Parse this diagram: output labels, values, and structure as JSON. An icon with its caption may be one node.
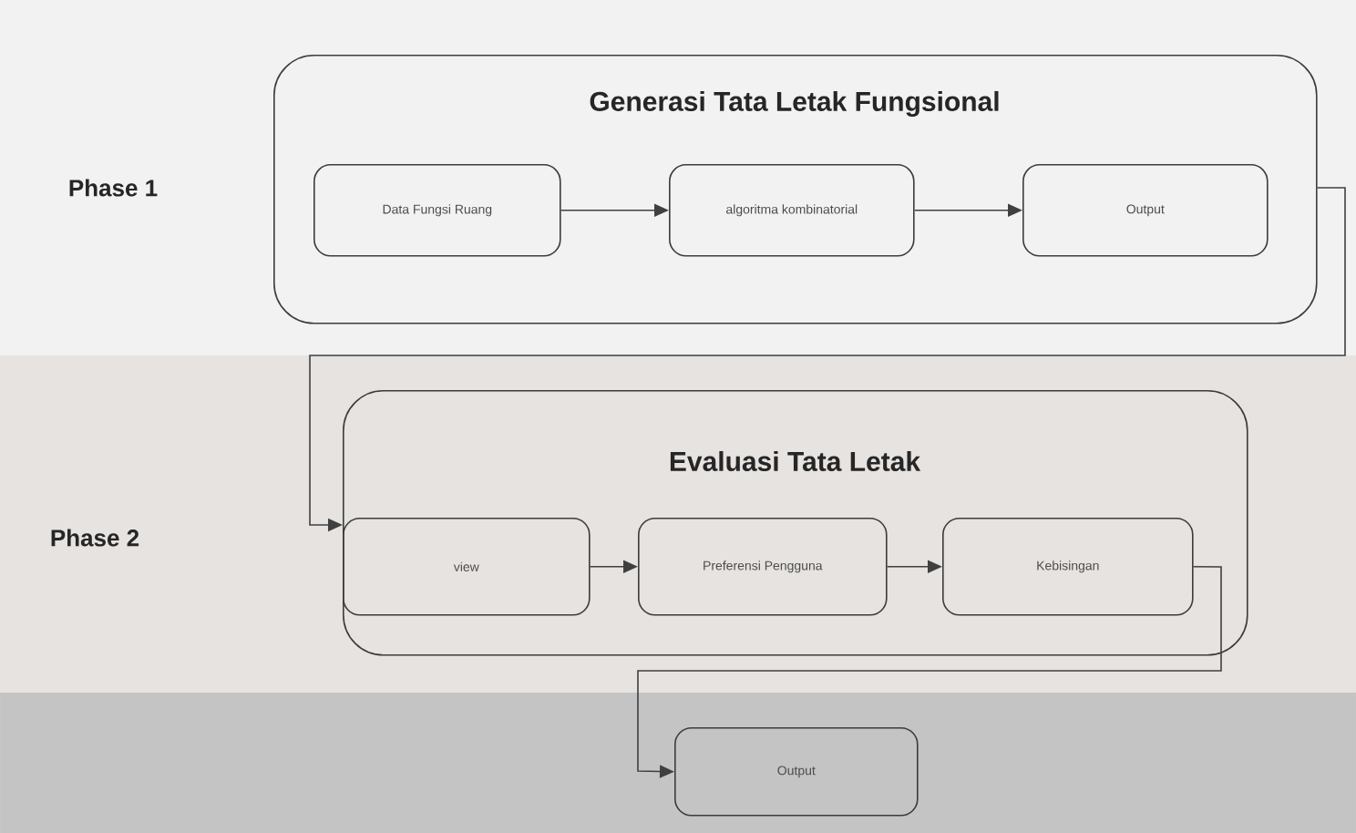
{
  "diagram": {
    "nodes": [
      {
        "text": [
          "Generasi Tata Letak Fungsional"
        ]
      },
      {
        "text": [
          "Data Fungsi Ruang"
        ],
        "in": 0
      },
      {
        "text": [
          "algoritma kombinatorial"
        ],
        "in": 0
      },
      {
        "text": [
          "Output"
        ],
        "in": 0
      },
      {
        "text": [
          "Evaluasi Tata Letak"
        ]
      },
      {
        "text": [
          "view"
        ],
        "in": 4
      },
      {
        "text": [
          "Preferensi Pengguna"
        ],
        "in": 4
      },
      {
        "text": [
          "Kebisingan"
        ],
        "in": 4
      },
      {
        "text": [
          "Output"
        ]
      }
    ],
    "edges": [
      {
        "from": 1,
        "to": 2,
        "arrow": "to"
      },
      {
        "from": 2,
        "to": 3,
        "arrow": "to"
      },
      {
        "from": 0,
        "to": 5,
        "arrow": "to"
      },
      {
        "from": 5,
        "to": 6,
        "arrow": "to"
      },
      {
        "from": 6,
        "to": 7,
        "arrow": "to"
      },
      {
        "from": 7,
        "to": 8,
        "arrow": "to"
      }
    ],
    "labels": [
      "Phase 1",
      "Phase 2"
    ]
  }
}
